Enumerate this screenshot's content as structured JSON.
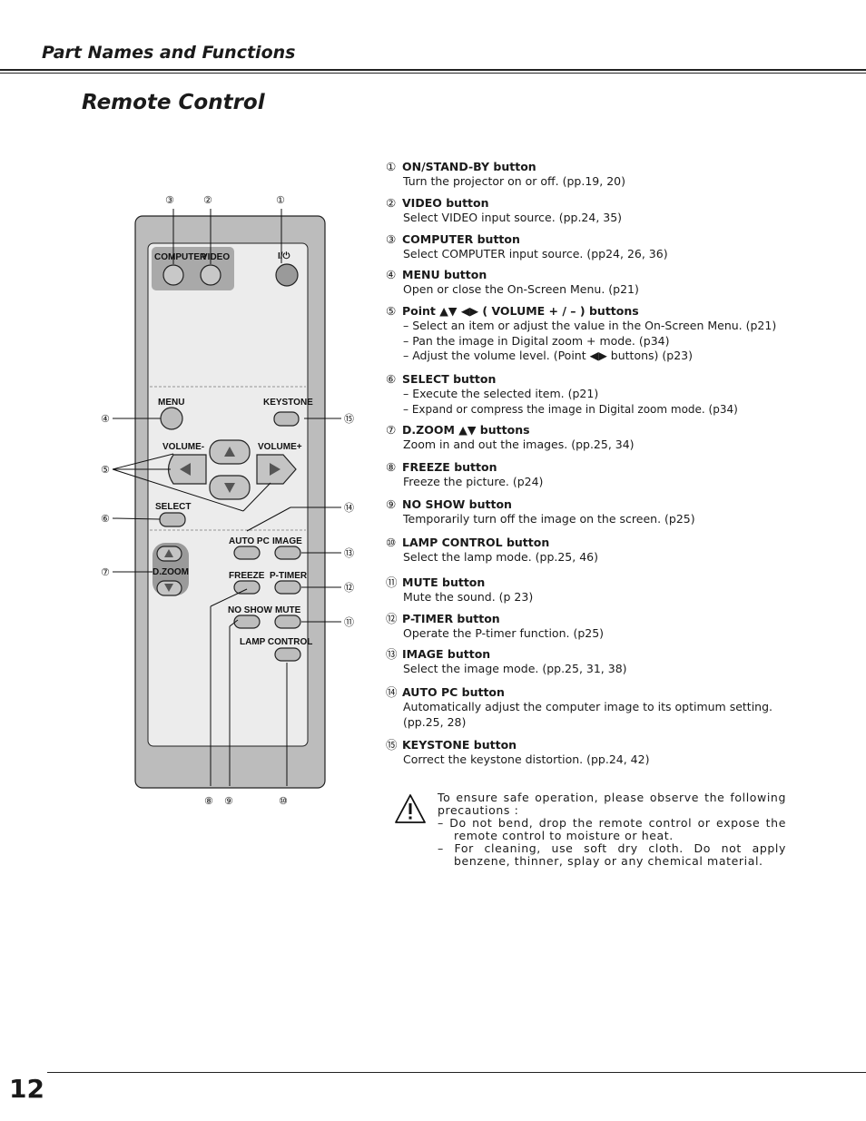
{
  "header": {
    "section": "Part Names and Functions",
    "title": "Remote Control"
  },
  "remote": {
    "labels": {
      "computer": "COMPUTER",
      "video": "VIDEO",
      "power": "I/⏻",
      "menu": "MENU",
      "keystone": "KEYSTONE",
      "volume_minus": "VOLUME-",
      "volume_plus": "VOLUME+",
      "select": "SELECT",
      "auto_pc": "AUTO PC",
      "image": "IMAGE",
      "dzoom": "D.ZOOM",
      "freeze": "FREEZE",
      "ptimer": "P-TIMER",
      "noshow": "NO SHOW",
      "mute": "MUTE",
      "lamp_control": "LAMP CONTROL"
    },
    "callouts": {
      "c1": "①",
      "c2": "②",
      "c3": "③",
      "c4": "④",
      "c5": "⑤",
      "c6": "⑥",
      "c7": "⑦",
      "c8": "⑧",
      "c9": "⑨",
      "c10": "⑩",
      "c11": "⑪",
      "c12": "⑫",
      "c13": "⑬",
      "c14": "⑭",
      "c15": "⑮"
    }
  },
  "items": [
    {
      "num": "①",
      "name": "ON/STAND-BY button",
      "desc": [
        "Turn the projector on or off.  (pp.19, 20)"
      ]
    },
    {
      "num": "②",
      "name": "VIDEO button",
      "desc": [
        "Select VIDEO input source.  (pp.24, 35)"
      ]
    },
    {
      "num": "③",
      "name": "COMPUTER button",
      "desc": [
        "Select COMPUTER input source.  (pp24, 26, 36)"
      ]
    },
    {
      "num": "④",
      "name": "MENU button",
      "desc": [
        "Open or close the On-Screen Menu.  (p21)"
      ]
    },
    {
      "num": "⑤",
      "name": "Point ▲▼ ◀▶ ( VOLUME + / – ) buttons",
      "desc": [
        "– Select an item or adjust the value in the On-Screen Menu.  (p21)",
        "– Pan the image in Digital zoom + mode.  (p34)",
        "– Adjust the volume level. (Point ◀▶ buttons)  (p23)"
      ]
    },
    {
      "num": "⑥",
      "name": "SELECT button",
      "desc": [
        "–  Execute the selected item.  (p21)",
        "–  Expand or compress the image in Digital zoom mode.  (p34)"
      ]
    },
    {
      "num": "⑦",
      "name": "D.ZOOM ▲▼ buttons",
      "desc": [
        "Zoom in and out the images.  (pp.25, 34)"
      ]
    },
    {
      "num": "⑧",
      "name": "FREEZE button",
      "desc": [
        "Freeze the picture.  (p24)"
      ]
    },
    {
      "num": "⑨",
      "name": "NO SHOW button",
      "desc": [
        "Temporarily turn off the image on the screen.  (p25)"
      ]
    },
    {
      "num": "⑩",
      "name": "LAMP CONTROL button",
      "desc": [
        "Select the lamp mode.  (pp.25, 46)"
      ]
    },
    {
      "num": "⑪",
      "name": "MUTE button",
      "desc": [
        "Mute the sound.  (p 23)"
      ]
    },
    {
      "num": "⑫",
      "name": "P-TIMER button",
      "desc": [
        "Operate the P-timer function.  (p25)"
      ]
    },
    {
      "num": "⑬",
      "name": "IMAGE button",
      "desc": [
        "Select the image mode.  (pp.25, 31, 38)"
      ]
    },
    {
      "num": "⑭",
      "name": "AUTO PC button",
      "desc": [
        "Automatically adjust the computer image to its optimum setting.",
        "(pp.25, 28)"
      ]
    },
    {
      "num": "⑮",
      "name": "KEYSTONE button",
      "desc": [
        "Correct the keystone distortion.  (pp.24, 42)"
      ]
    }
  ],
  "caution": {
    "intro": "To ensure safe operation, please observe the following precautions :",
    "points": [
      "–  Do not bend, drop the remote control or expose the remote control to moisture or heat.",
      "–  For cleaning, use soft dry cloth.  Do not apply benzene, thinner, splay or any chemical material."
    ]
  },
  "footer": {
    "page_number": "12"
  }
}
